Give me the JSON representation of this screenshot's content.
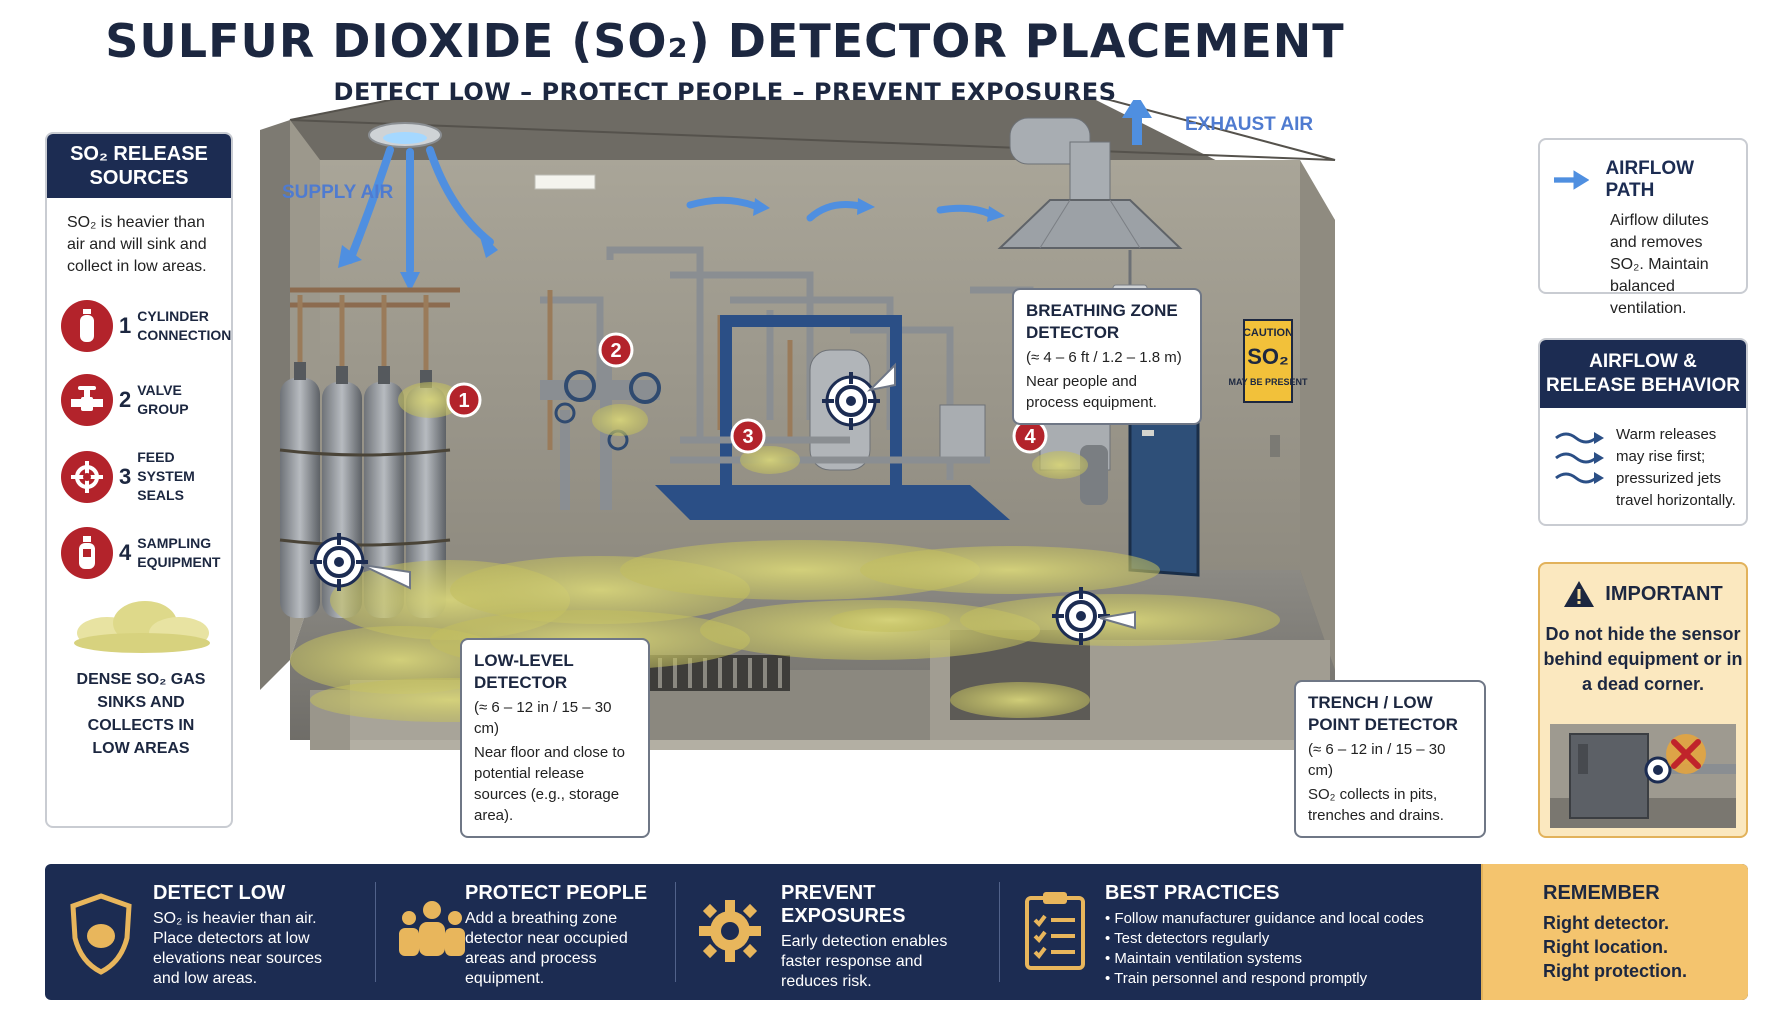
{
  "header": {
    "title": "SULFUR DIOXIDE (SO₂) DETECTOR PLACEMENT",
    "subtitle": "DETECT LOW – PROTECT PEOPLE – PREVENT EXPOSURES"
  },
  "left_panel": {
    "title": "SO₂ RELEASE SOURCES",
    "intro": "SO₂ is heavier than air and will sink and collect in low areas.",
    "sources": [
      {
        "num": "1",
        "label": "CYLINDER CONNECTIONS",
        "icon": "cylinder-icon"
      },
      {
        "num": "2",
        "label": "VALVE GROUP",
        "icon": "valve-icon"
      },
      {
        "num": "3",
        "label": "FEED SYSTEM SEALS",
        "icon": "seal-icon"
      },
      {
        "num": "4",
        "label": "SAMPLING EQUIPMENT",
        "icon": "sampling-icon"
      }
    ],
    "footer": "DENSE SO₂ GAS SINKS AND COLLECTS IN LOW AREAS"
  },
  "scene": {
    "supply_air": "SUPPLY AIR",
    "exhaust_air": "EXHAUST AIR",
    "markers": [
      "1",
      "2",
      "3",
      "4"
    ],
    "sign": {
      "line1": "CAUTION",
      "line2": "SO₂",
      "line3": "MAY BE PRESENT"
    },
    "callouts": {
      "breathing": {
        "title": "BREATHING ZONE DETECTOR",
        "range": "(≈ 4 – 6 ft / 1.2 – 1.8 m)",
        "desc": "Near people and process equipment."
      },
      "low": {
        "title": "LOW-LEVEL DETECTOR",
        "range": "(≈ 6 – 12 in / 15 – 30 cm)",
        "desc": "Near floor and close to potential release sources (e.g., storage area)."
      },
      "trench": {
        "title": "TRENCH / LOW POINT DETECTOR",
        "range": "(≈ 6 – 12 in / 15 – 30 cm)",
        "desc": "SO₂ collects in pits, trenches and drains."
      }
    }
  },
  "right_panels": {
    "airflow": {
      "title": "AIRFLOW PATH",
      "desc": "Airflow dilutes and removes SO₂. Maintain balanced ventilation."
    },
    "behavior": {
      "title": "AIRFLOW & RELEASE BEHAVIOR",
      "desc": "Warm releases may rise first; pressurized jets travel horizontally."
    },
    "important": {
      "title": "IMPORTANT",
      "desc": "Do not hide the sensor behind equipment or in a dead corner."
    }
  },
  "bottom": {
    "detect": {
      "title": "DETECT LOW",
      "desc": "SO₂ is heavier than air. Place detectors at low elevations near sources and low areas."
    },
    "protect": {
      "title": "PROTECT PEOPLE",
      "desc": "Add a breathing zone detector near occupied areas and process equipment."
    },
    "prevent": {
      "title": "PREVENT EXPOSURES",
      "desc": "Early detection enables faster response and reduces risk."
    },
    "best": {
      "title": "BEST PRACTICES",
      "items": [
        "• Follow manufacturer guidance and local codes",
        "• Test detectors regularly",
        "• Maintain ventilation systems",
        "• Train personnel and respond promptly"
      ]
    },
    "remember": {
      "title": "REMEMBER",
      "lines": [
        "Right detector.",
        "Right location.",
        "Right protection."
      ]
    }
  },
  "colors": {
    "navy": "#1c2c52",
    "red": "#b3232b",
    "gas": "#c9c86a",
    "air": "#4f8fe0",
    "amber": "#f4c46e"
  }
}
